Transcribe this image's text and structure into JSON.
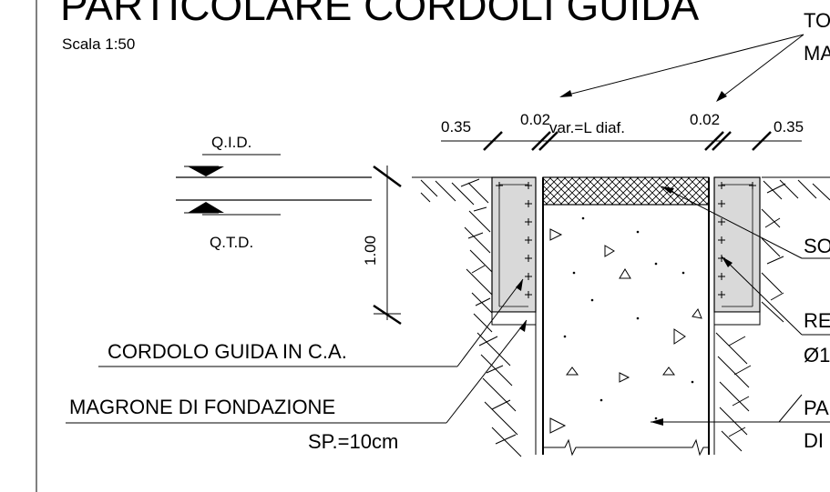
{
  "title": "PARTICOLARE CORDOLI GUIDA",
  "scale": "Scala 1:50",
  "levels": {
    "qid": "Q.I.D.",
    "qtd": "Q.T.D."
  },
  "dimensions": {
    "left_width": "0.35",
    "left_gap": "0.02",
    "middle": "var.=L diaf.",
    "right_gap": "0.02",
    "right_width": "0.35",
    "height": "1.00"
  },
  "labels": {
    "cordolo": "CORDOLO GUIDA IN C.A.",
    "magrone": "MAGRONE DI FONDAZIONE",
    "magrone_sp": "SP.=10cm",
    "top_right_1": "TO",
    "top_right_2": "MA",
    "so": "SO",
    "re": "RE",
    "re2": "Ø1",
    "pa": "PA",
    "di": "DI"
  },
  "colors": {
    "line": "#000000",
    "wall_fill": "#d9d9d9",
    "background": "#ffffff"
  }
}
